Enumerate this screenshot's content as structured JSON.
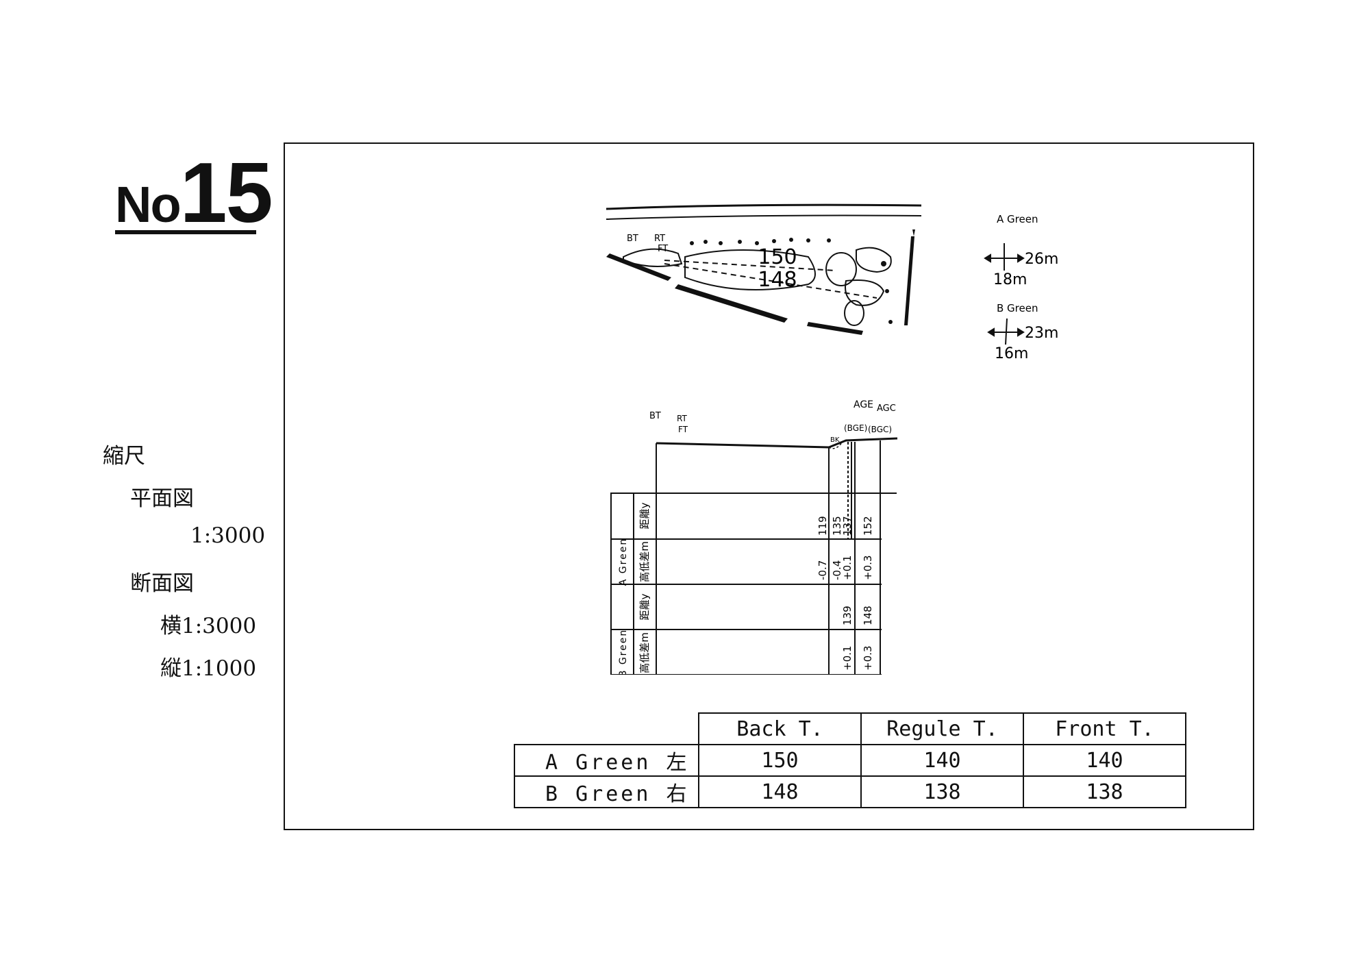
{
  "hole": {
    "prefix": "No",
    "number": "15"
  },
  "scale": {
    "heading": "縮尺",
    "plan_label": "平面図",
    "plan_value": "1:3000",
    "section_label": "断面図",
    "horizontal": "横1:3000",
    "vertical": "縦1:1000"
  },
  "plan_sketch": {
    "distance_a": "150",
    "distance_b": "148",
    "tee_bt": "BT",
    "tee_rt": "RT",
    "tee_ft": "FT",
    "green_a_label": "A Green",
    "green_a_width": "26m",
    "green_a_depth": "18m",
    "green_b_label": "B Green",
    "green_b_width": "23m",
    "green_b_depth": "16m"
  },
  "profile": {
    "top_labels": {
      "bt": "BT",
      "rt": "RT",
      "ft": "FT",
      "bk": "BK",
      "age": "AGE",
      "agc": "AGC",
      "bge": "(BGE)",
      "bgc": "(BGC)"
    },
    "green_a_label": "A Green",
    "green_b_label": "B Green",
    "distance_label": "距離y",
    "height_label": "高低差m",
    "a_distances": [
      "119",
      "135",
      "137",
      "152"
    ],
    "a_heights": [
      "-0.7",
      "-0.4",
      "+0.1",
      "+0.3"
    ],
    "b_distances": [
      "139",
      "148"
    ],
    "b_heights": [
      "+0.1",
      "+0.3"
    ]
  },
  "yardage_table": {
    "columns": [
      "Back T.",
      "Regule T.",
      "Front T."
    ],
    "rows": [
      {
        "label": "A Green 左",
        "values": [
          "150",
          "140",
          "140"
        ]
      },
      {
        "label": "B Green 右",
        "values": [
          "148",
          "138",
          "138"
        ]
      }
    ]
  }
}
